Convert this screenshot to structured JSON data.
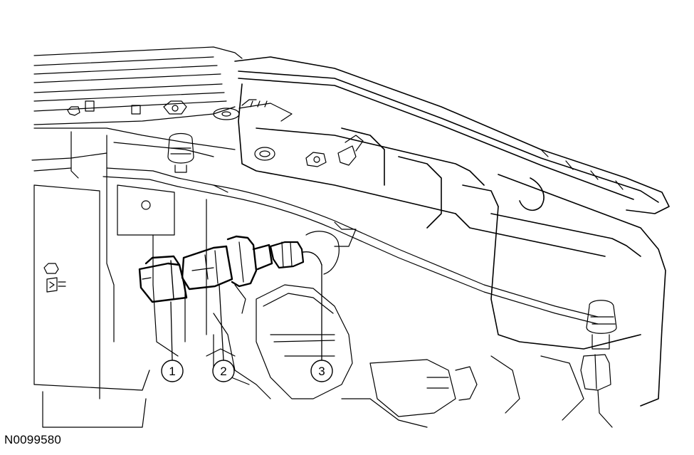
{
  "figure_id": "N0099580",
  "callouts": [
    {
      "number": "1"
    },
    {
      "number": "2"
    },
    {
      "number": "3"
    }
  ],
  "colors": {
    "ink": "#000000",
    "paper": "#ffffff"
  }
}
